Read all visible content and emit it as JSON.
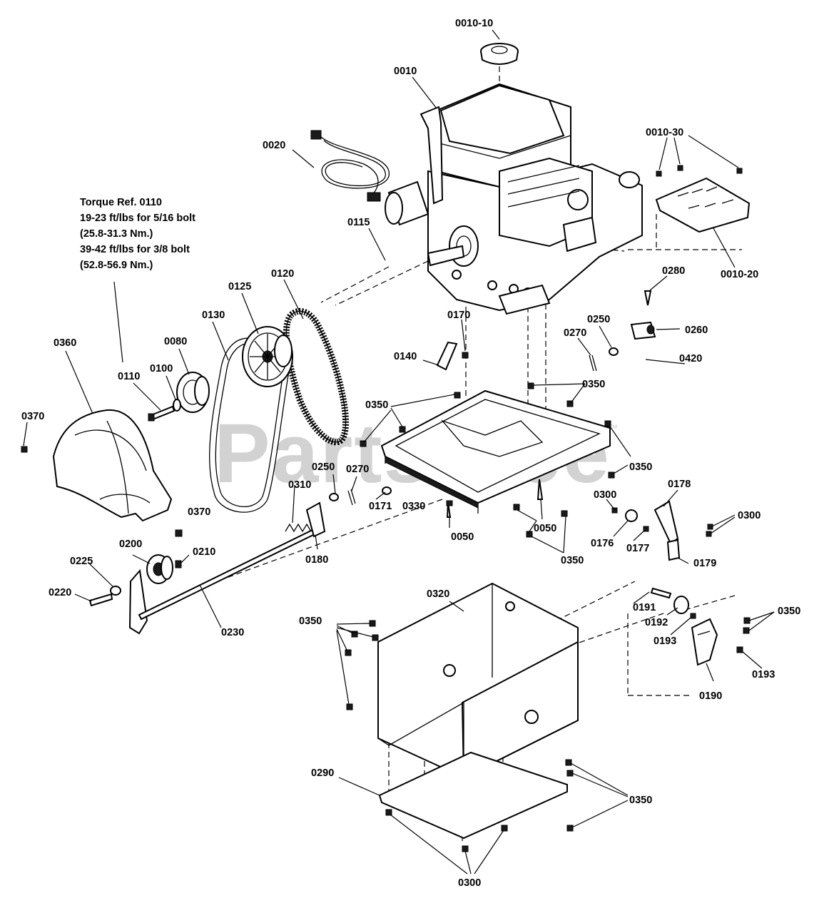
{
  "watermark": {
    "text": "PartsTree",
    "tm": "™"
  },
  "torque_note": {
    "lines": [
      "Torque Ref. 0110",
      "19-23 ft/lbs for 5/16 bolt",
      "(25.8-31.3 Nm.)",
      "39-42 ft/lbs for 3/8 bolt",
      "(52.8-56.9 Nm.)"
    ]
  },
  "callouts": [
    "0010-10",
    "0010",
    "0020",
    "0010-30",
    "0115",
    "0010-20",
    "0120",
    "0125",
    "0130",
    "0080",
    "0360",
    "0110",
    "0100",
    "0370",
    "0280",
    "0170",
    "0250",
    "0260",
    "0270",
    "0140",
    "0420",
    "0350",
    "0350",
    "0350",
    "0350",
    "0250",
    "0270",
    "0300",
    "0178",
    "0310",
    "0171",
    "0330",
    "0370",
    "0050",
    "0050",
    "0300",
    "0176",
    "0177",
    "0200",
    "0210",
    "0180",
    "0050",
    "0350",
    "0179",
    "0225",
    "0220",
    "0320",
    "0191",
    "0350",
    "0350",
    "0192",
    "0230",
    "0193",
    "0193",
    "0190",
    "0290",
    "0350",
    "0300"
  ]
}
